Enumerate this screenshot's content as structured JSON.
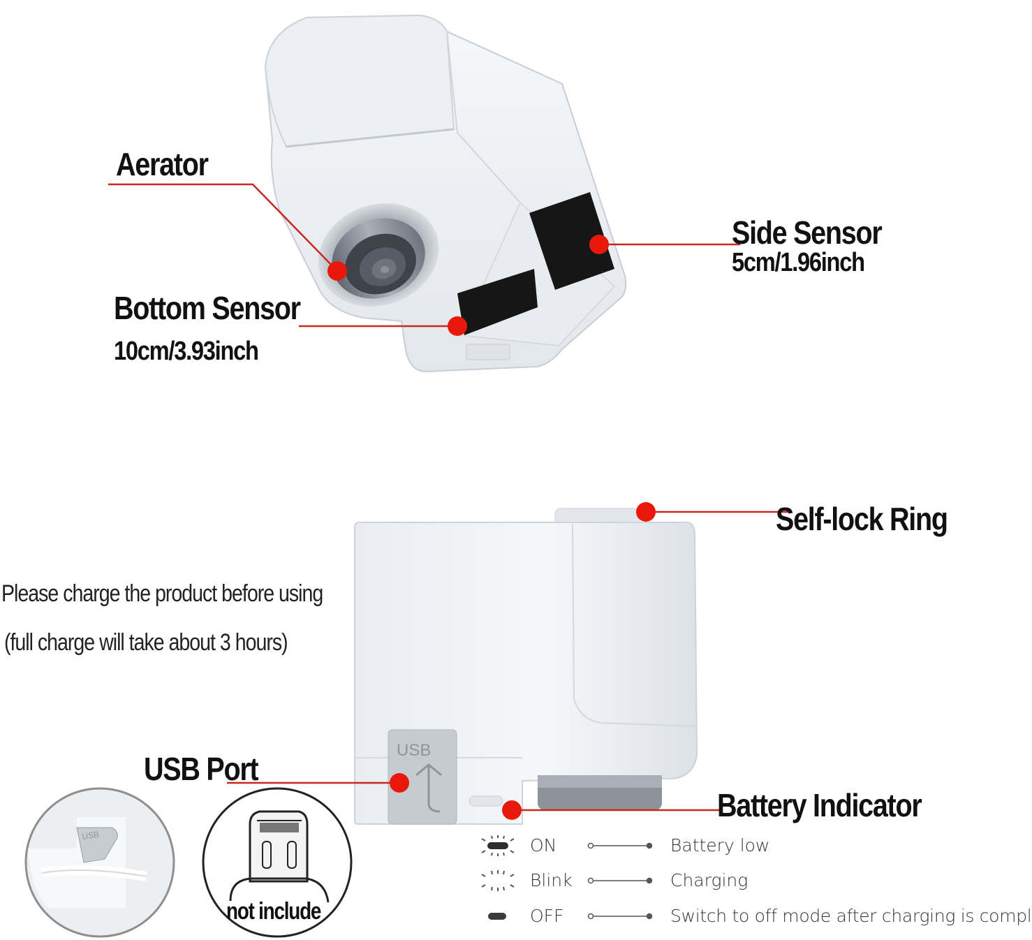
{
  "product": {
    "top_view": {
      "aerator_label": "Aerator",
      "bottom_sensor_label": "Bottom Sensor",
      "bottom_sensor_range": "10cm/3.93inch",
      "side_sensor_label": "Side Sensor",
      "side_sensor_range": "5cm/1.96inch"
    },
    "side_view": {
      "self_lock_ring_label": "Self-lock Ring",
      "usb_port_label": "USB Port",
      "battery_indicator_label": "Battery Indicator",
      "usb_marking": "USB"
    }
  },
  "charge_note": {
    "line1": "Please charge the product before using",
    "line2": "(full charge will take about 3 hours)"
  },
  "cable_inset": {
    "usb_marking": "USB",
    "not_included_label": "not include"
  },
  "battery_legend": [
    {
      "state": "ON",
      "meaning": "Battery low",
      "icon": "led-on-icon"
    },
    {
      "state": "Blink",
      "meaning": "Charging",
      "icon": "led-blink-icon"
    },
    {
      "state": "OFF",
      "meaning": "Switch to off mode after charging is complete",
      "icon": "led-off-icon"
    }
  ],
  "colors": {
    "callout_red": "#e8190c",
    "callout_line": "#c8281e",
    "device_white": "#eef1f4",
    "sensor_black": "#161616"
  }
}
